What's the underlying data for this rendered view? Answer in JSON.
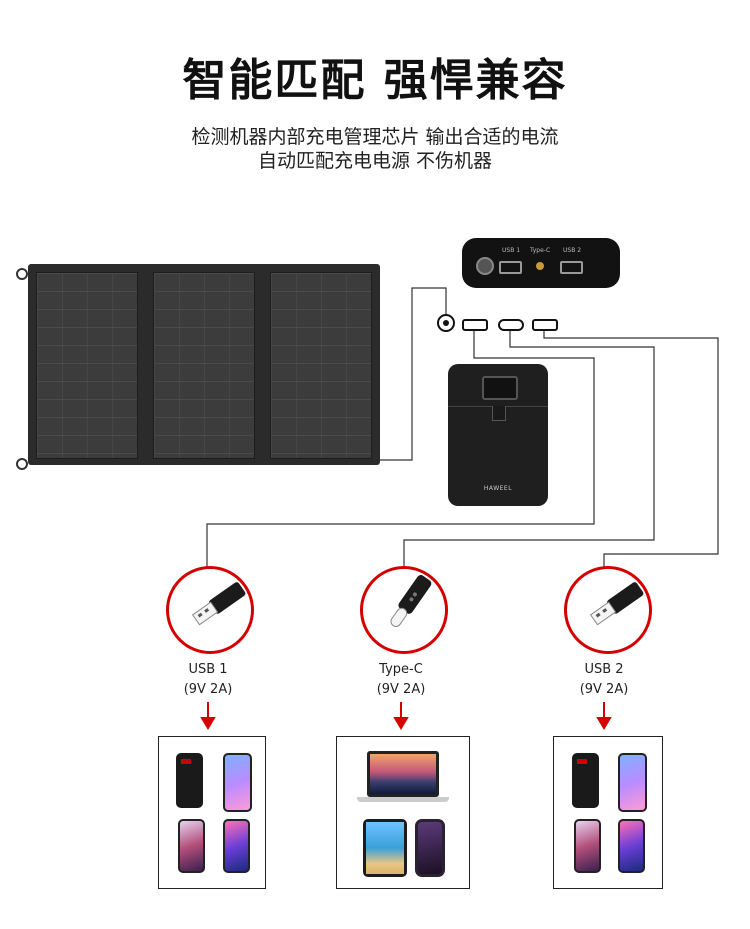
{
  "title": "智能匹配 强悍兼容",
  "subtitle_line1": "检测机器内部充电管理芯片 输出合适的电流",
  "subtitle_line2": "自动匹配充电电源  不伤机器",
  "bank": {
    "port1": "USB 1",
    "port2": "Type-C",
    "port3": "USB 2",
    "logo": "HAWEEL"
  },
  "outputs": [
    {
      "name": "USB 1",
      "spec": "(9V 2A)"
    },
    {
      "name": "Type-C",
      "spec": "(9V 2A)"
    },
    {
      "name": "USB 2",
      "spec": "(9V 2A)"
    }
  ],
  "colors": {
    "accent": "#d40000",
    "line": "#333333"
  }
}
